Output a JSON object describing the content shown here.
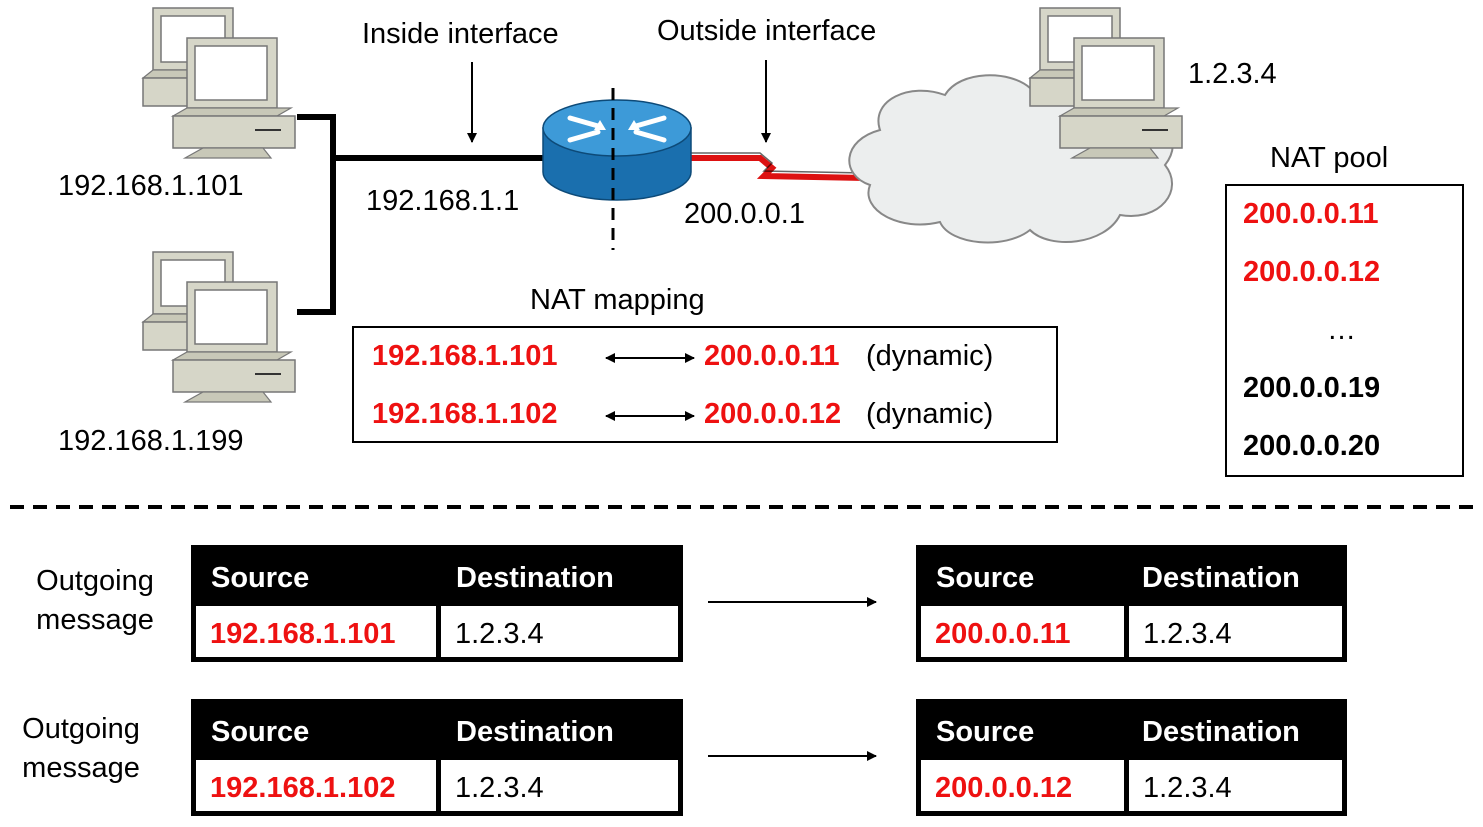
{
  "top": {
    "inside_interface_label": "Inside interface",
    "outside_interface_label": "Outside interface",
    "host1_ip": "192.168.1.101",
    "host2_ip": "192.168.1.199",
    "router_inside_ip": "192.168.1.1",
    "router_outside_ip": "200.0.0.1",
    "remote_host_ip": "1.2.3.4"
  },
  "nat_mapping": {
    "title": "NAT mapping",
    "rows": [
      {
        "inside": "192.168.1.101",
        "outside": "200.0.0.11",
        "type": "(dynamic)"
      },
      {
        "inside": "192.168.1.102",
        "outside": "200.0.0.12",
        "type": "(dynamic)"
      }
    ]
  },
  "nat_pool": {
    "title": "NAT pool",
    "items": [
      {
        "ip": "200.0.0.11",
        "in_use": true
      },
      {
        "ip": "200.0.0.12",
        "in_use": true
      },
      {
        "ip": "…",
        "in_use": false
      },
      {
        "ip": "200.0.0.19",
        "in_use": false
      },
      {
        "ip": "200.0.0.20",
        "in_use": false
      }
    ]
  },
  "messages": [
    {
      "label": "Outgoing message",
      "before": {
        "source_header": "Source",
        "destination_header": "Destination",
        "source": "192.168.1.101",
        "destination": "1.2.3.4"
      },
      "after": {
        "source_header": "Source",
        "destination_header": "Destination",
        "source": "200.0.0.11",
        "destination": "1.2.3.4"
      }
    },
    {
      "label": "Outgoing message",
      "before": {
        "source_header": "Source",
        "destination_header": "Destination",
        "source": "192.168.1.102",
        "destination": "1.2.3.4"
      },
      "after": {
        "source_header": "Source",
        "destination_header": "Destination",
        "source": "200.0.0.12",
        "destination": "1.2.3.4"
      }
    }
  ],
  "colors": {
    "translated_address": "#ee1111",
    "router_body": "#1e7fc4",
    "wan_link": "#dd1111",
    "cloud_fill": "#eceeee",
    "computer_body": "#d6d6c8"
  },
  "icons": {
    "host": "desktop-computer-icon",
    "router": "router-icon",
    "internet": "cloud-icon"
  }
}
